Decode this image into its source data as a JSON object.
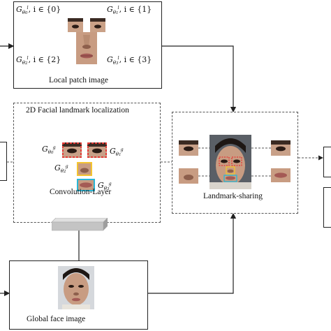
{
  "local_patch": {
    "caption": "Local patch image",
    "labels": [
      {
        "sub": "θ",
        "subsub": "0",
        "sup": "l",
        "rest": ", i ∈ {0}"
      },
      {
        "sub": "θ",
        "subsub": "1",
        "sup": "l",
        "rest": ", i ∈ {1}"
      },
      {
        "sub": "θ",
        "subsub": "2",
        "sup": "l",
        "rest": ", i ∈ {2}"
      },
      {
        "sub": "θ",
        "subsub": "3",
        "sup": "l",
        "rest": ", i ∈ {3}"
      }
    ]
  },
  "localization": {
    "title": "2D Facial landmark localization",
    "caption": "Convolution-Layer",
    "labels": [
      {
        "subsub": "0",
        "sup": "g"
      },
      {
        "subsub": "1",
        "sup": "g"
      },
      {
        "subsub": "2",
        "sup": "g"
      },
      {
        "subsub": "3",
        "sup": "g"
      }
    ]
  },
  "sharing": {
    "caption": "Landmark-sharing"
  },
  "global": {
    "caption": "Global face image"
  },
  "colors": {
    "red": "#e53935",
    "yellow": "#f4c430",
    "cyan": "#29b6d6",
    "line": "#333333"
  }
}
